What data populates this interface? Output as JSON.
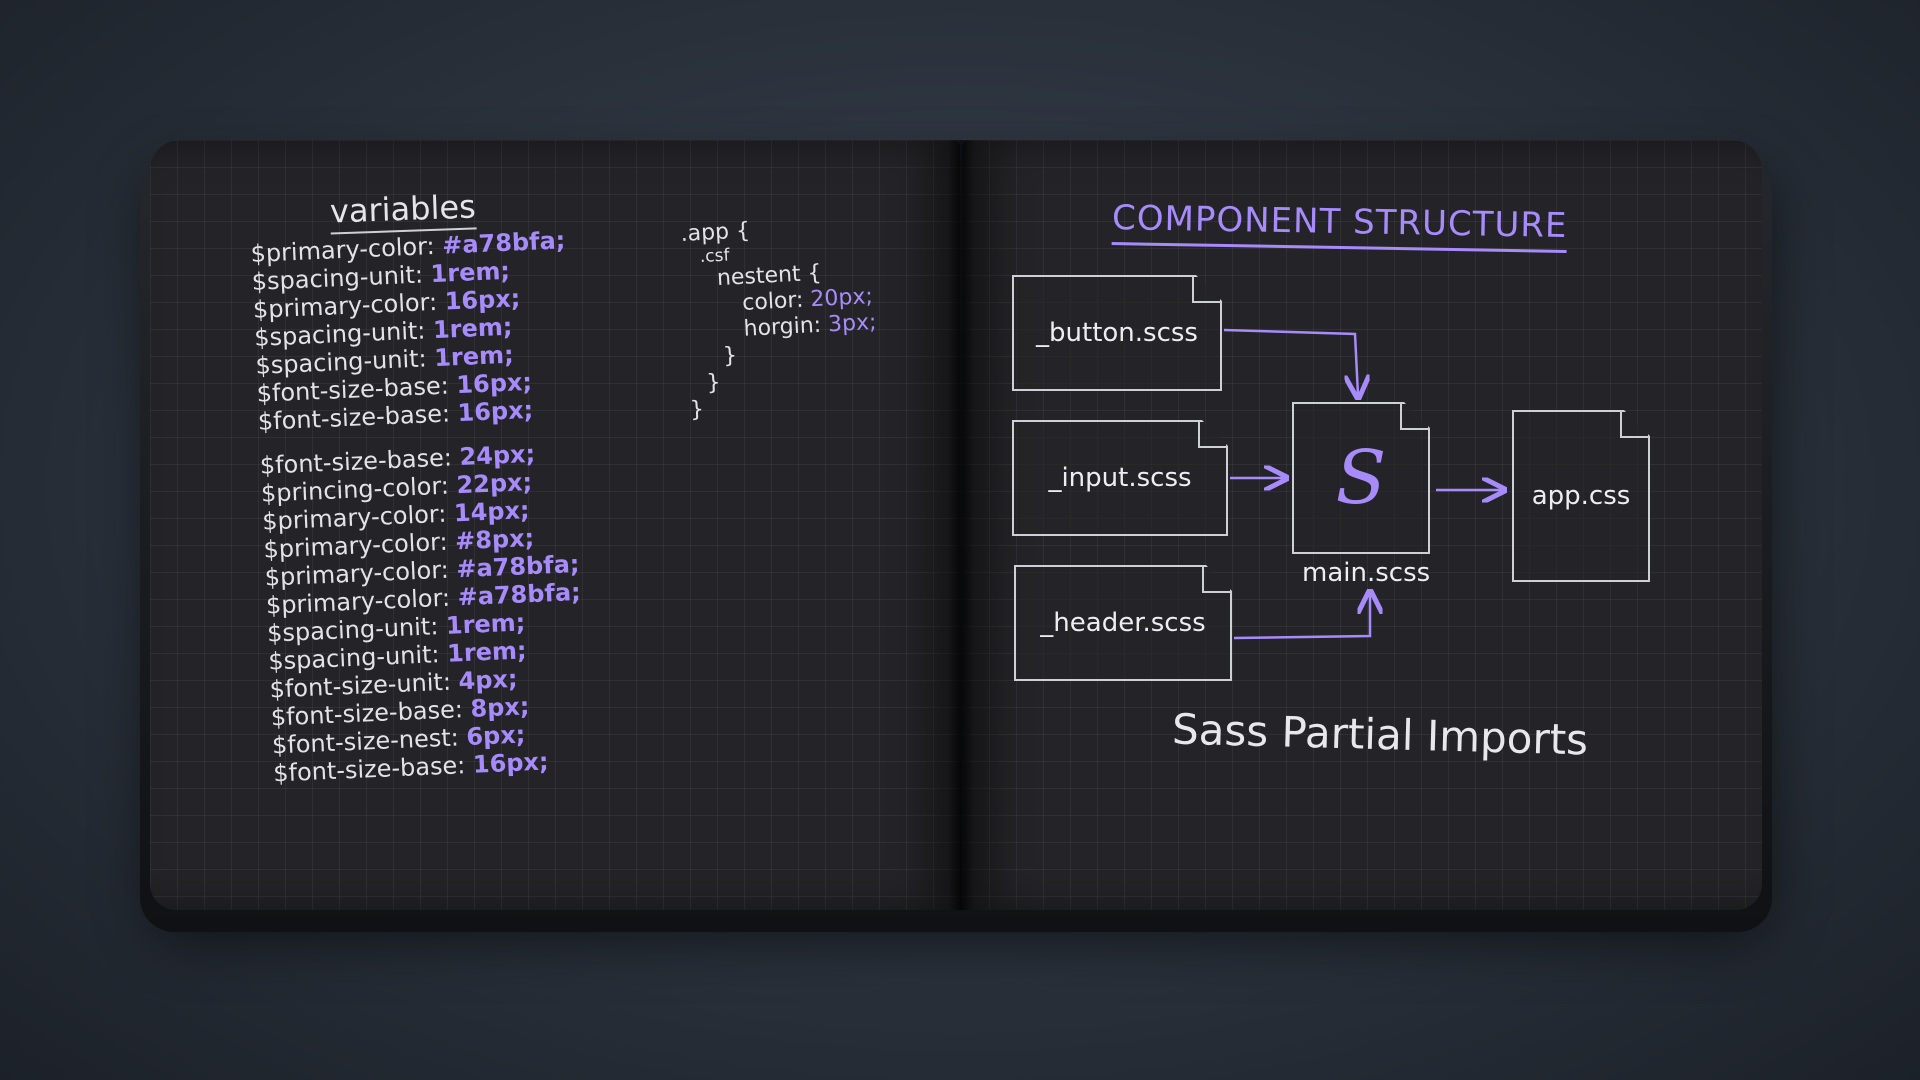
{
  "left_page": {
    "title": "variables",
    "variables_group1": [
      {
        "name": "$primary-color:",
        "value": "#a78bfa;"
      },
      {
        "name": "$spacing-unit:",
        "value": "1rem;"
      },
      {
        "name": "$primary-color:",
        "value": "16px;"
      },
      {
        "name": "$spacing-unit:",
        "value": "1rem;"
      },
      {
        "name": "$spacing-unit:",
        "value": "1rem;"
      },
      {
        "name": "$font-size-base:",
        "value": "16px;"
      },
      {
        "name": "$font-size-base:",
        "value": "16px;"
      }
    ],
    "variables_group2": [
      {
        "name": "$font-size-base:",
        "value": "24px;"
      },
      {
        "name": "$princing-color:",
        "value": "22px;"
      },
      {
        "name": "$primary-color:",
        "value": "14px;"
      },
      {
        "name": "$primary-color:",
        "value": "#8px;"
      },
      {
        "name": "$primary-color:",
        "value": "#a78bfa;"
      },
      {
        "name": "$primary-color:",
        "value": "#a78bfa;"
      },
      {
        "name": "$spacing-unit:",
        "value": "1rem;"
      },
      {
        "name": "$spacing-unit:",
        "value": "1rem;"
      },
      {
        "name": "$font-size-unit:",
        "value": "4px;"
      },
      {
        "name": "$font-size-base:",
        "value": "8px;"
      },
      {
        "name": "$font-size-nest:",
        "value": "6px;"
      },
      {
        "name": "$font-size-base:",
        "value": "16px;"
      }
    ],
    "code": {
      "l1": ".app {",
      "l2": ".csf",
      "l3": "nestent {",
      "l4_key": "color:",
      "l4_val": "20px;",
      "l5_key": "horgin:",
      "l5_val": "3px;",
      "l6": "}",
      "l7": "}",
      "l8": "}"
    }
  },
  "right_page": {
    "title": "COMPONENT STRUCTURE",
    "files": {
      "button": "_button.scss",
      "input": "_input.scss",
      "header": "_header.scss",
      "main": "main.scss",
      "app": "app.css"
    },
    "sass_logo_glyph": "S",
    "caption": "Sass Partial Imports"
  },
  "colors": {
    "accent": "#a78bfa",
    "chalk": "#e2e2e7",
    "page": "#242428",
    "background": "#2a313b"
  }
}
